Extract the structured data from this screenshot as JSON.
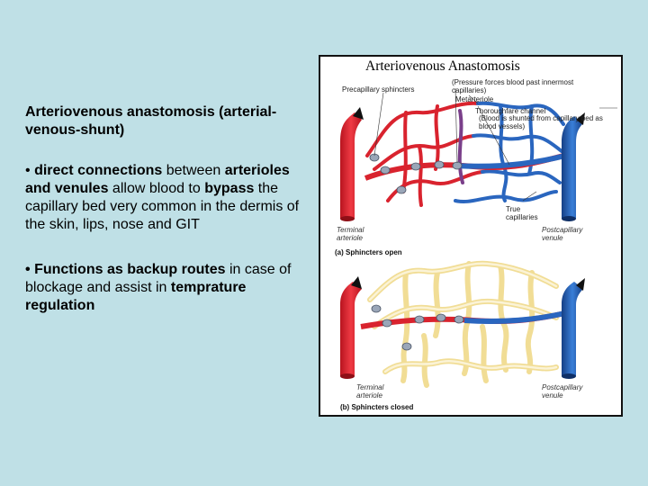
{
  "slide": {
    "heading": "Arteriovenous anastomosis (arterial-venous-shunt)",
    "bullet1": {
      "marker": "•",
      "part1": "direct connections",
      "part2": " between ",
      "part3": "arterioles and venules",
      "part4": " allow blood to ",
      "part5": "bypass",
      "part6": " the capillary bed very common in the dermis of the skin, lips, nose and GIT"
    },
    "bullet2": {
      "marker": "•",
      "part1": "Functions as backup routes",
      "part2": "  in case of blockage and assist in ",
      "part3": "temprature regulation"
    }
  },
  "figure": {
    "title": "Arteriovenous Anastomosis",
    "labels": {
      "precapillary": "Precapillary sphincters",
      "pressure1": "(Pressure forces blood past innermost",
      "pressure2": "capillaries)",
      "metarteriole": "Metarteriole",
      "thoroughfare": "Thoroughfare channel",
      "thoroughfare_note1": "(Blood is shunted from capillary bed as",
      "thoroughfare_note2": "blood vessels)",
      "true_cap1": "True",
      "true_cap2": "capillaries",
      "terminal_a1": "Terminal",
      "terminal_a2": "arteriole",
      "post_a1": "Postcapillary",
      "post_a2": "venule",
      "caption_a": "(a) Sphincters open",
      "terminal_b1": "Terminal",
      "terminal_b2": "arteriole",
      "post_b1": "Postcapillary",
      "post_b2": "venule",
      "caption_b": "(b) Sphincters closed"
    },
    "colors": {
      "artery": "#d9232e",
      "vein": "#1f5fb5",
      "closed_capillary": "#f6e9b5",
      "sphincter": "#9aa6b8"
    }
  }
}
